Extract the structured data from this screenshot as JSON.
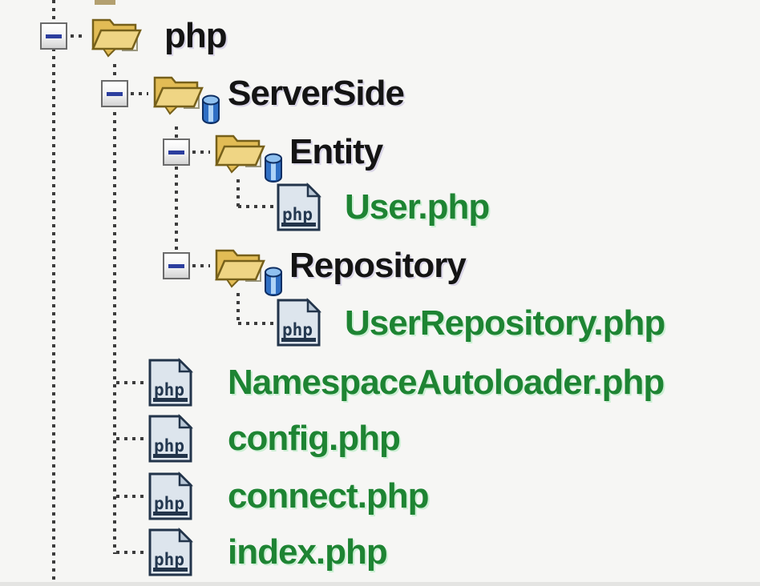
{
  "file_icon_text": "php",
  "colors": {
    "background": "#f6f6f4",
    "folder_label": "#141414",
    "file_label": "#1e8433",
    "connector": "#3c3c3c",
    "minus_sign": "#2c3e9e",
    "folder_fill": "#e2bc55",
    "cyl_fill": "#2f6fc4",
    "doc_fill": "#dde5ed"
  },
  "tree": {
    "rows": [
      {
        "label": "php",
        "type": "folder",
        "level": 0,
        "expanded": true,
        "has_namespace_badge": false
      },
      {
        "label": "ServerSide",
        "type": "folder",
        "level": 1,
        "expanded": true,
        "has_namespace_badge": true
      },
      {
        "label": "Entity",
        "type": "folder",
        "level": 2,
        "expanded": true,
        "has_namespace_badge": true
      },
      {
        "label": "User.php",
        "type": "file",
        "level": 3
      },
      {
        "label": "Repository",
        "type": "folder",
        "level": 2,
        "expanded": true,
        "has_namespace_badge": true
      },
      {
        "label": "UserRepository.php",
        "type": "file",
        "level": 3
      },
      {
        "label": "NamespaceAutoloader.php",
        "type": "file",
        "level": 1
      },
      {
        "label": "config.php",
        "type": "file",
        "level": 1
      },
      {
        "label": "connect.php",
        "type": "file",
        "level": 1
      },
      {
        "label": "index.php",
        "type": "file",
        "level": 1
      }
    ]
  }
}
